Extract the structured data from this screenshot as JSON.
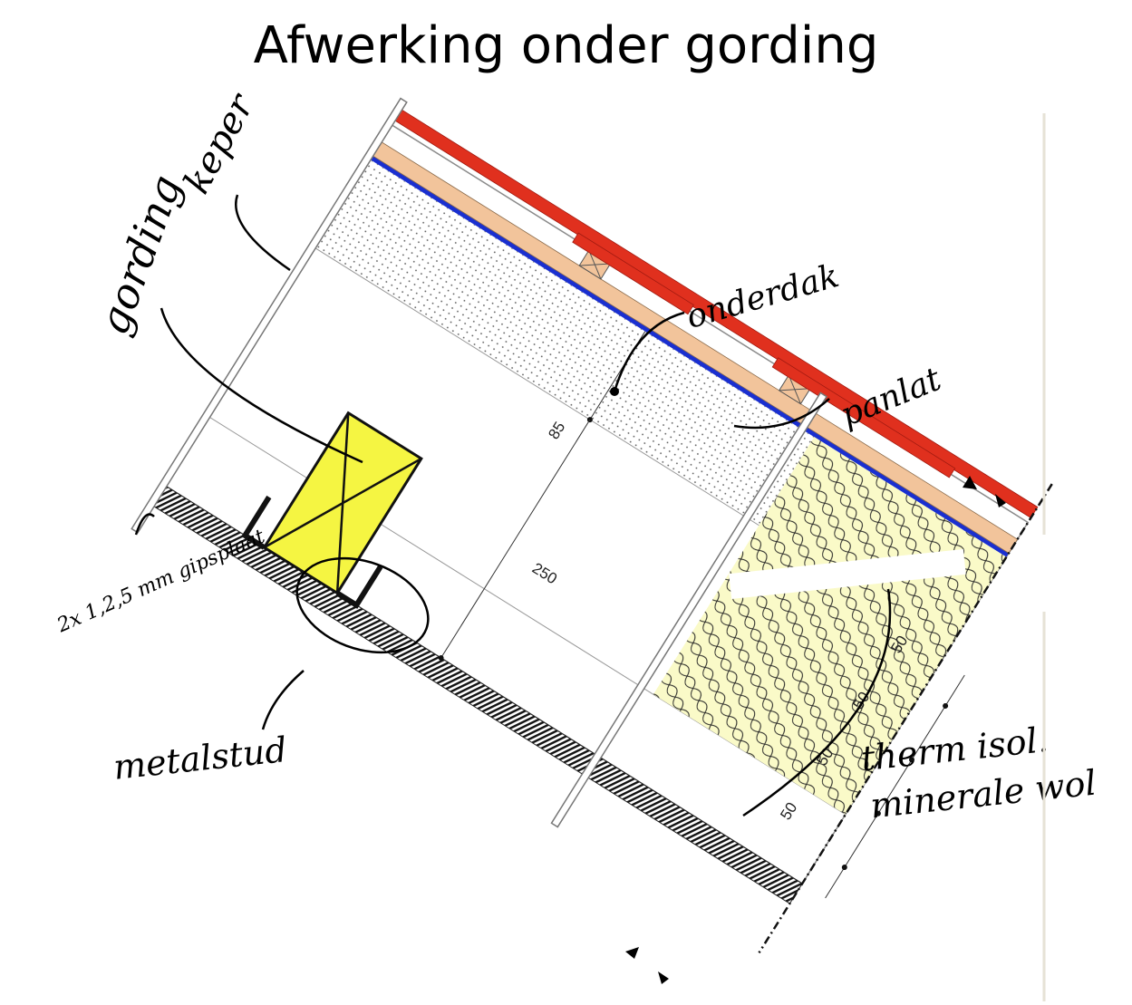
{
  "title": "Afwerking onder gording",
  "labels": {
    "keper": "keper",
    "gording": "gording",
    "onderdak": "onderdak",
    "panlat": "panlat",
    "gipsplaat": "2x 1,2,5 mm gipsplaat",
    "metalstud": "metalstud",
    "therm_isol": "therm isol.",
    "minerale_wol": "minerale wol"
  },
  "dimensions": {
    "d85": "85",
    "d250": "250",
    "d50_a": "50",
    "d50_b": "50",
    "d50_c": "50",
    "d50_d": "50"
  },
  "colors": {
    "roof_tiles": "#e0301e",
    "batten_board": "#f2c49b",
    "membrane": "#1a2fd0",
    "purlin": "#f5f542",
    "insulation": "#fafac8",
    "frame_line": "#8a8a8a"
  }
}
